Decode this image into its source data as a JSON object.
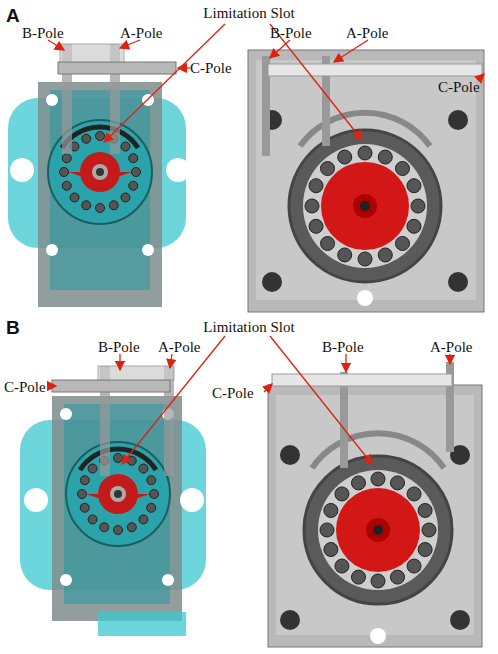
{
  "diagram": {
    "labels": [
      "A",
      "Limitation Slot",
      "B-Pole",
      "A-Pole",
      "C-Pole",
      "B-Pole",
      "A-Pole",
      "C-Pole",
      "B",
      "Limitation Slot",
      "C-Pole",
      "B-Pole",
      "A-Pole",
      "C-Pole",
      "B-Pole",
      "A-Pole"
    ]
  }
}
